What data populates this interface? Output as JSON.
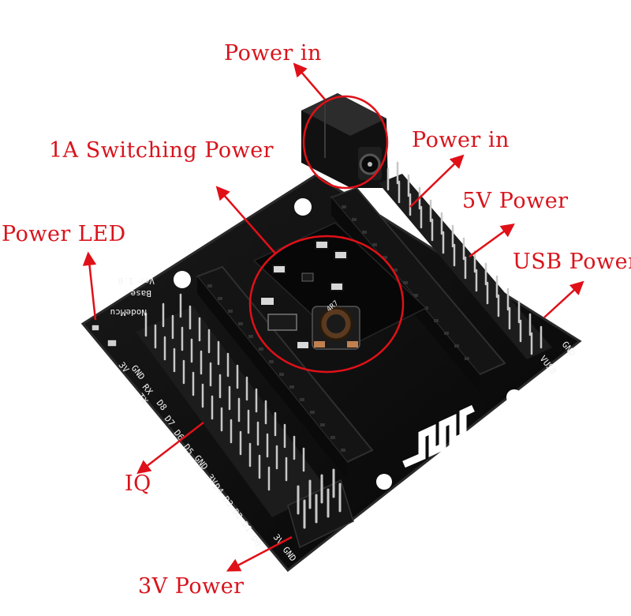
{
  "labels": {
    "power_in_top": "Power in",
    "switching_power": "1A Switching Power",
    "power_in_right": "Power in",
    "five_v_power": "5V Power",
    "power_led": "Power LED",
    "usb_power": "USB Power",
    "iq": "IQ",
    "three_v_power": "3V Power"
  },
  "silkscreen": {
    "board_name": "NodeMcu",
    "board_base": "Base",
    "board_version": "Ver 1.0",
    "pin_3v": "3V",
    "pin_gnd": "GND",
    "pin_rx": "RX",
    "pin_tx": "TX",
    "pin_d8": "D8",
    "pin_d7": "D7",
    "pin_d6": "D6",
    "pin_d5": "D5",
    "pin_gnd2": "GND",
    "pin_3v2": "3V",
    "pin_d4": "D4",
    "pin_d3": "D3",
    "pin_d2": "D2",
    "pin_d1": "D1",
    "pin_d0": "D0",
    "bottom_3v": "3V",
    "bottom_gnd": "GND",
    "usb_vusb": "VUSB",
    "usb_gnd": "GND",
    "inductor_code": "4R7"
  },
  "colors": {
    "label_text": "#d8141c",
    "annotation": "#e01018",
    "board": "#0b0b0b",
    "board_edge": "#2a2a2a",
    "header": "#141414",
    "pin": "#c8c8c8",
    "silkscreen": "#f2f2f2",
    "hole": "#ffffff"
  }
}
